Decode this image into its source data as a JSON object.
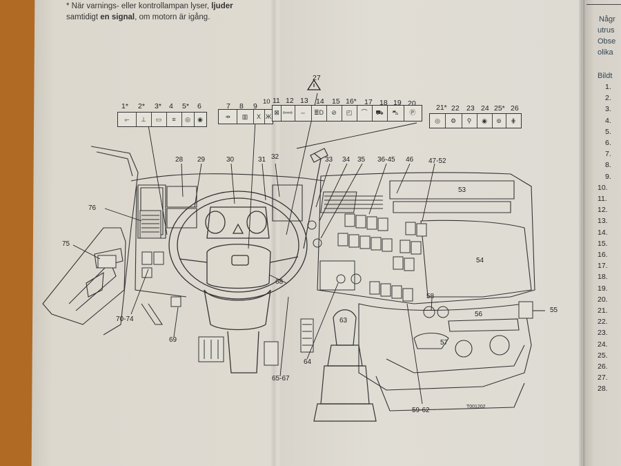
{
  "header_note": {
    "line1": "* När varnings- eller kontrollampan lyser,",
    "line1_bold": "ljuder",
    "line2_bold": "en signal",
    "line2_pre": "samtidigt",
    "line2_post": ", om motorn är igång."
  },
  "warning_marker": {
    "label": "27"
  },
  "panel_left": {
    "numbers": [
      "1*",
      "2*",
      "3*",
      "4",
      "5*",
      "6"
    ]
  },
  "panel_middle": {
    "numbers": [
      "7",
      "8",
      "9",
      "10",
      "11",
      "12",
      "13",
      "14",
      "15",
      "16*",
      "17",
      "18",
      "19",
      "20"
    ]
  },
  "panel_right": {
    "numbers": [
      "21*",
      "22",
      "23",
      "24",
      "25*",
      "26"
    ]
  },
  "callouts": {
    "c28": "28",
    "c29": "29",
    "c30": "30",
    "c31": "31",
    "c32": "32",
    "c33": "33",
    "c34": "34",
    "c35": "35",
    "c36": "36-45",
    "c46": "46",
    "c47": "47-52",
    "c53": "53",
    "c54": "54",
    "c55": "55",
    "c56": "56",
    "c57": "57",
    "c58": "58",
    "c59": "59-62",
    "c63": "63",
    "c64": "64",
    "c65": "65-67",
    "c68": "68",
    "c69": "69",
    "c70": "70-74",
    "c75": "75",
    "c76": "76",
    "code": "T001202"
  },
  "right_page": {
    "partial_lines": [
      "Någr",
      "utrus",
      "Obse",
      "olika"
    ],
    "list_heading": "Bildt",
    "list_numbers": [
      "1.",
      "2.",
      "3.",
      "4.",
      "5.",
      "6.",
      "7.",
      "8.",
      "9.",
      "10.",
      "11.",
      "12.",
      "13.",
      "14.",
      "15.",
      "16.",
      "17.",
      "18.",
      "19.",
      "20.",
      "21.",
      "22.",
      "23.",
      "24.",
      "25.",
      "26.",
      "27.",
      "28."
    ]
  }
}
